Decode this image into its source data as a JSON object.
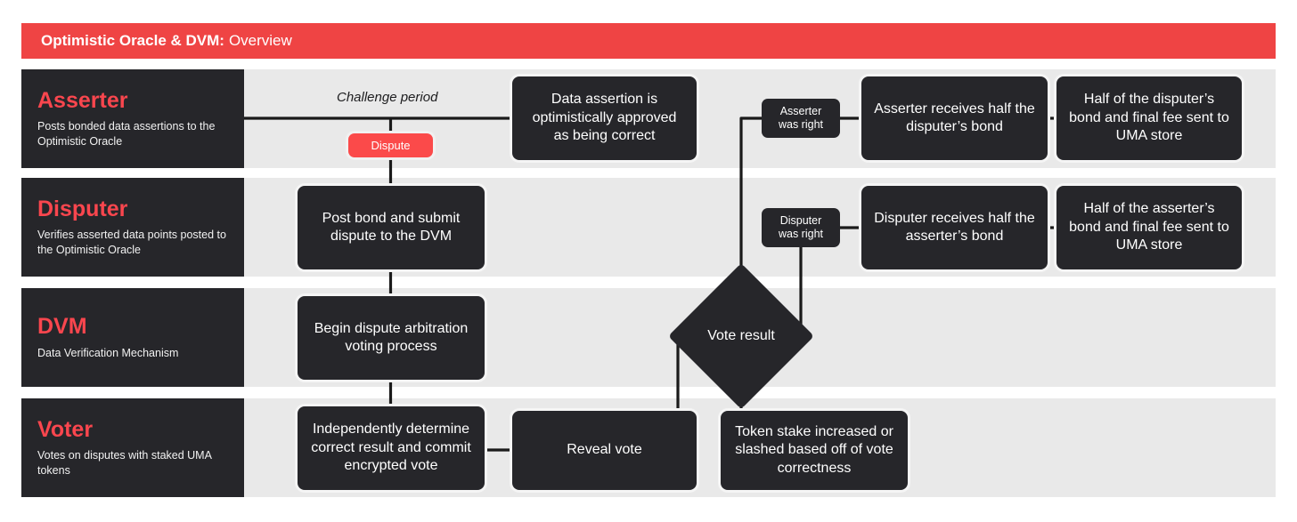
{
  "banner": {
    "title_bold": "Optimistic Oracle & DVM:",
    "title_light": "Overview"
  },
  "colors": {
    "accent_red": "#EF4444",
    "chip_red": "#FB4A4A",
    "dark": "#26262A",
    "lane_gray": "#E9E9E9",
    "page_bg": "#FFFFFF"
  },
  "lanes": [
    {
      "id": "asserter",
      "title": "Asserter",
      "desc": "Posts bonded data assertions to the Optimistic Oracle"
    },
    {
      "id": "disputer",
      "title": "Disputer",
      "desc": "Verifies asserted data points posted to the Optimistic Oracle"
    },
    {
      "id": "dvm",
      "title": "DVM",
      "desc": "Data Verification Mechanism"
    },
    {
      "id": "voter",
      "title": "Voter",
      "desc": "Votes on disputes with staked UMA tokens"
    }
  ],
  "annotations": {
    "challenge_period": "Challenge period"
  },
  "nodes": {
    "dispute_chip": "Dispute",
    "data_assertion_approved": "Data assertion is optimistically approved as being correct",
    "asserter_was_right": "Asserter was right",
    "asserter_receives_half": "Asserter receives half the disputer’s bond",
    "half_disputer_bond_uma": "Half of the disputer’s bond and final fee sent to UMA store",
    "post_bond_submit": "Post bond and submit dispute to the DVM",
    "disputer_was_right": "Disputer was right",
    "disputer_receives_half": "Disputer receives half the asserter’s bond",
    "half_asserter_bond_uma": "Half of the asserter’s bond and final fee sent to UMA store",
    "begin_arbitration": "Begin dispute arbitration voting process",
    "vote_result": "Vote result",
    "independently_determine": "Independently determine correct result and commit encrypted vote",
    "reveal_vote": "Reveal vote",
    "token_stake": "Token stake increased or slashed based off of vote correctness"
  }
}
